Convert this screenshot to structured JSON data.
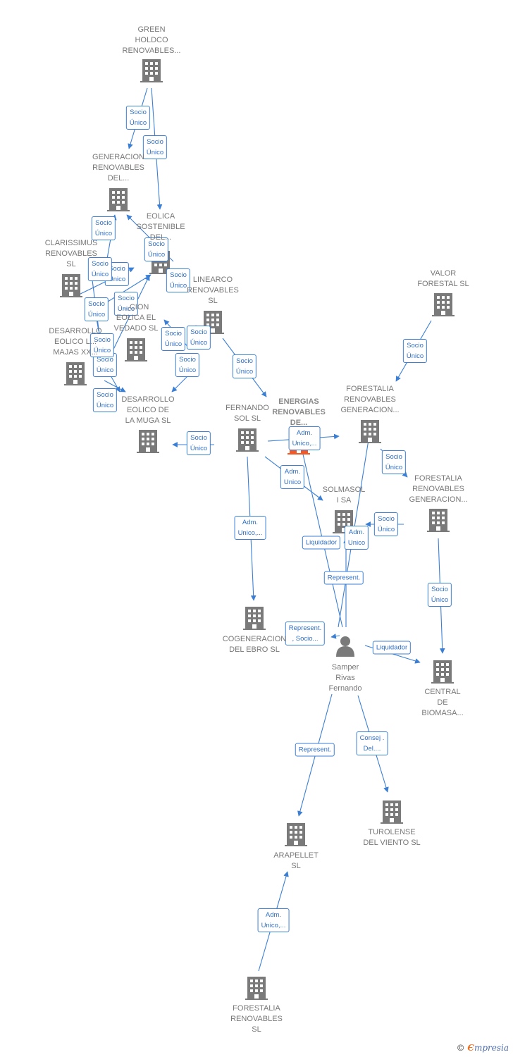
{
  "nodes": [
    {
      "id": "green",
      "label": "GREEN\nHOLDCO\nRENOVABLES...",
      "type": "company"
    },
    {
      "id": "generacion",
      "label": "GENERACION\nRENOVABLES\nDEL...",
      "type": "company"
    },
    {
      "id": "eolica",
      "label": "EOLICA\nSOSTENIBLE\nDEL...",
      "type": "company"
    },
    {
      "id": "clarissimus",
      "label": "CLARISSIMUS\nRENOVABLES\nSL",
      "type": "company"
    },
    {
      "id": "linearco",
      "label": "LINEARCO\nRENOVABLES\nSL",
      "type": "company"
    },
    {
      "id": "ventolica",
      "label": "...CION\nEOLICA EL\nVEDADO SL",
      "type": "company"
    },
    {
      "id": "desmajas",
      "label": "DESARROLLO\nEOLICO L...\nMAJAS XX...",
      "type": "company"
    },
    {
      "id": "desmuga",
      "label": "DESARROLLO\nEOLICO DE\nLA MUGA SL",
      "type": "company"
    },
    {
      "id": "fernando",
      "label": "FERNANDO\nSOL SL",
      "type": "company"
    },
    {
      "id": "energias",
      "label": "ENERGIAS\nRENOVABLES\nDE...",
      "type": "main"
    },
    {
      "id": "valor",
      "label": "VALOR\nFORESTAL SL",
      "type": "company"
    },
    {
      "id": "forgen1",
      "label": "FORESTALIA\nRENOVABLES\nGENERACION...",
      "type": "company"
    },
    {
      "id": "forgen2",
      "label": "FORESTALIA\nRENOVABLES\nGENERACION...",
      "type": "company"
    },
    {
      "id": "solmasol",
      "label": "SOLMASOL\nI SA",
      "type": "company"
    },
    {
      "id": "cogen",
      "label": "COGENERACION\nDEL EBRO SL",
      "type": "company"
    },
    {
      "id": "samper",
      "label": "Samper\nRivas\nFernando",
      "type": "person"
    },
    {
      "id": "central",
      "label": "CENTRAL\nDE\nBIOMASA...",
      "type": "company"
    },
    {
      "id": "arapellet",
      "label": "ARAPELLET\nSL",
      "type": "company"
    },
    {
      "id": "turolense",
      "label": "TUROLENSE\nDEL VIENTO SL",
      "type": "company"
    },
    {
      "id": "forsl",
      "label": "FORESTALIA\nRENOVABLES\nSL",
      "type": "company"
    }
  ],
  "edge_labels": [
    {
      "id": "e1",
      "text": "Socio\nÚnico"
    },
    {
      "id": "e2",
      "text": "Socio\nÚnico"
    },
    {
      "id": "e3",
      "text": "Socio\nÚnico"
    },
    {
      "id": "e4",
      "text": "Socio\nÚnico"
    },
    {
      "id": "e5",
      "text": "Socio\nÚnico"
    },
    {
      "id": "e6",
      "text": "Socio\nÚnico"
    },
    {
      "id": "e7",
      "text": "Socio\nÚnico"
    },
    {
      "id": "e8",
      "text": "Socio\nÚnico"
    },
    {
      "id": "e9",
      "text": "Socio\nÚnico"
    },
    {
      "id": "e10",
      "text": "Socio\nÚnico"
    },
    {
      "id": "e11",
      "text": "Socio\nÚnico"
    },
    {
      "id": "e12",
      "text": "Socio\nÚnico"
    },
    {
      "id": "e13",
      "text": "Socio\nÚnico"
    },
    {
      "id": "e14",
      "text": "Socio\nÚnico"
    },
    {
      "id": "e15",
      "text": "Socio\nÚnico"
    },
    {
      "id": "e16",
      "text": "Socio\nÚnico"
    },
    {
      "id": "e17",
      "text": "Socio\nÚnico"
    },
    {
      "id": "e18",
      "text": "Socio\nÚnico"
    },
    {
      "id": "e19",
      "text": "Adm.\nUnico,..."
    },
    {
      "id": "e20",
      "text": "Socio\nÚnico"
    },
    {
      "id": "e21",
      "text": "Adm.\nUnico"
    },
    {
      "id": "e22",
      "text": "Socio\nÚnico"
    },
    {
      "id": "e23",
      "text": "Adm.\nUnico"
    },
    {
      "id": "e24",
      "text": "Liquidador"
    },
    {
      "id": "e25",
      "text": "Adm.\nUnico,..."
    },
    {
      "id": "e26",
      "text": "Represent."
    },
    {
      "id": "e27",
      "text": "Socio\nÚnico"
    },
    {
      "id": "e28",
      "text": "Represent.\n, Socio..."
    },
    {
      "id": "e29",
      "text": "Liquidador"
    },
    {
      "id": "e30",
      "text": "Represent."
    },
    {
      "id": "e31",
      "text": "Consej .\nDel...."
    },
    {
      "id": "e32",
      "text": "Adm.\nUnico,..."
    }
  ],
  "colors": {
    "edge": "#3b7fd4",
    "node": "#7a7a7a",
    "main": "#f05a28",
    "label_text": "#2f6fc4"
  },
  "icons": {
    "company": "building-icon",
    "person": "person-icon",
    "main": "building-icon"
  },
  "logo": {
    "copyright": "©",
    "brand_first": "Є",
    "brand_rest": "mpresia"
  }
}
